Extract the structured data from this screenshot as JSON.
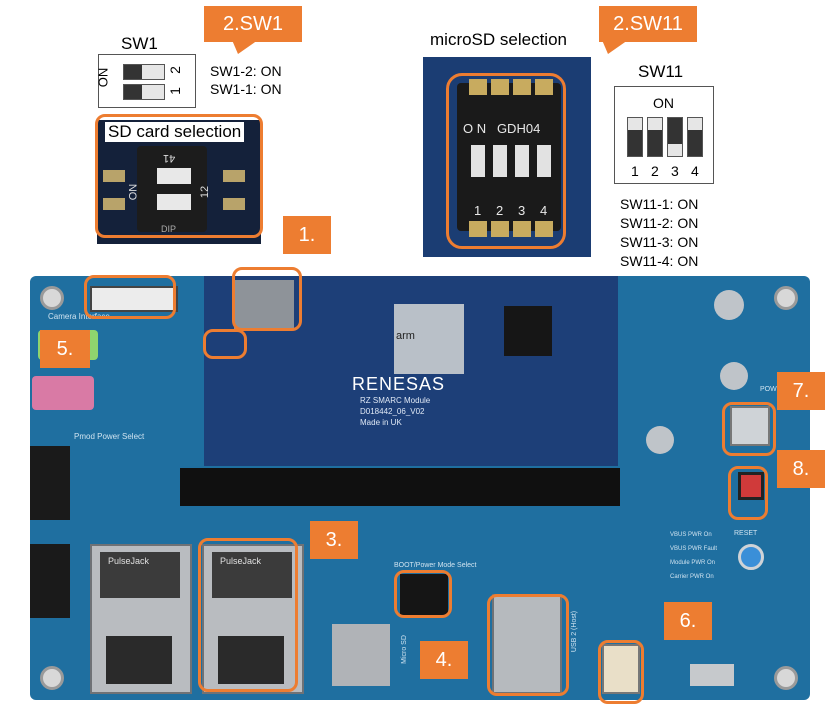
{
  "colors": {
    "accent": "#ed7d31",
    "board": "#1f6fa0",
    "module": "#1d3f78",
    "switch_dark": "#222222"
  },
  "callouts": {
    "sw1": "2.SW1",
    "sw11": "2.SW11",
    "c1": "1.",
    "c3": "3.",
    "c4": "4.",
    "c5": "5.",
    "c6": "6.",
    "c7": "7.",
    "c8": "8."
  },
  "sw1_panel": {
    "title": "SW1",
    "on_label": "ON",
    "pin_2": "2",
    "pin_1": "1",
    "states": [
      "SW1-2: ON",
      "SW1-1: ON"
    ]
  },
  "sd_card_photo": {
    "label": "SD card selection",
    "switch_text_on": "ON",
    "switch_text_41": "41",
    "switch_text_12": "12",
    "switch_text_dip": "DIP"
  },
  "microsd_photo": {
    "label": "microSD selection",
    "switch_text": "O N   GDH04",
    "numbers": [
      "1",
      "2",
      "3",
      "4"
    ]
  },
  "sw11_panel": {
    "title": "SW11",
    "on_label": "ON",
    "numbers": [
      "1",
      "2",
      "3",
      "4"
    ],
    "states": [
      "SW11-1: ON",
      "SW11-2: ON",
      "SW11-3: ON",
      "SW11-4: ON"
    ]
  },
  "board": {
    "module_brand": "RENESAS",
    "module_name": "RZ SMARC Module",
    "module_part": "D018442_06_V02",
    "module_origin": "Made in UK",
    "arm_label": "arm",
    "jack_brand": "PulseJack",
    "silkscreen_camera": "Camera Interface",
    "silkscreen_pmod": "Pmod Power Select",
    "silkscreen_boot": "BOOT/Power Mode Select",
    "silkscreen_reset": "RESET",
    "silkscreen_power": "POWER",
    "silkscreen_leds": [
      "VBUS PWR On",
      "VBUS PWR Fault",
      "Module PWR On",
      "Carrier PWR On"
    ],
    "silkscreen_micro_sd": "Micro SD",
    "silkscreen_usb": "USB 2 (Host)"
  },
  "sw11_levers": [
    1,
    1,
    0,
    1
  ]
}
